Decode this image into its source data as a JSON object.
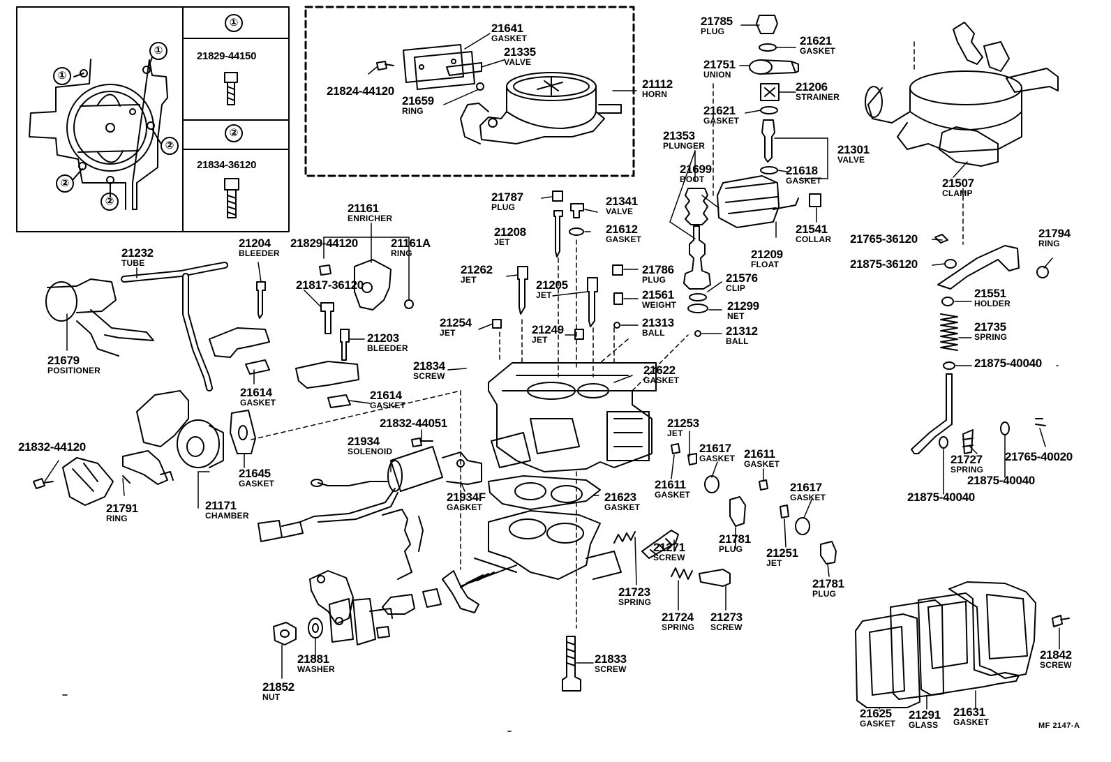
{
  "inset": {
    "marks": [
      "①",
      "②"
    ],
    "bolts": [
      "21829-44150",
      "21834-36120"
    ]
  },
  "code": "MF  2147-A",
  "parts": [
    {
      "id": "p21641",
      "num": "21641",
      "name": "GASKET"
    },
    {
      "id": "p21335",
      "num": "21335",
      "name": "VALVE"
    },
    {
      "id": "p21824",
      "num": "21824-44120",
      "name": ""
    },
    {
      "id": "p21659",
      "num": "21659",
      "name": "RING"
    },
    {
      "id": "p21112",
      "num": "21112",
      "name": "HORN"
    },
    {
      "id": "p21785",
      "num": "21785",
      "name": "PLUG"
    },
    {
      "id": "p21621a",
      "num": "21621",
      "name": "GASKET"
    },
    {
      "id": "p21751",
      "num": "21751",
      "name": "UNION"
    },
    {
      "id": "p21206",
      "num": "21206",
      "name": "STRAINER"
    },
    {
      "id": "p21621b",
      "num": "21621",
      "name": "GASKET"
    },
    {
      "id": "p21353",
      "num": "21353",
      "name": "PLUNGER"
    },
    {
      "id": "p21301",
      "num": "21301",
      "name": "VALVE"
    },
    {
      "id": "p21618",
      "num": "21618",
      "name": "GASKET"
    },
    {
      "id": "p21699",
      "num": "21699",
      "name": "BOOT"
    },
    {
      "id": "p21507",
      "num": "21507",
      "name": "CLAMP"
    },
    {
      "id": "p21161",
      "num": "21161",
      "name": "ENRICHER"
    },
    {
      "id": "p21787",
      "num": "21787",
      "name": "PLUG"
    },
    {
      "id": "p21341",
      "num": "21341",
      "name": "VALVE"
    },
    {
      "id": "p21541",
      "num": "21541",
      "name": "COLLAR"
    },
    {
      "id": "p21765a",
      "num": "21765-36120",
      "name": ""
    },
    {
      "id": "p21794",
      "num": "21794",
      "name": "RING"
    },
    {
      "id": "p21232",
      "num": "21232",
      "name": "TUBE"
    },
    {
      "id": "p21204",
      "num": "21204",
      "name": "BLEEDER"
    },
    {
      "id": "p21829b",
      "num": "21829-44120",
      "name": ""
    },
    {
      "id": "p21161A",
      "num": "21161A",
      "name": "RING"
    },
    {
      "id": "p21208",
      "num": "21208",
      "name": "JET"
    },
    {
      "id": "p21612",
      "num": "21612",
      "name": "GASKET"
    },
    {
      "id": "p21209",
      "num": "21209",
      "name": "FLOAT"
    },
    {
      "id": "p21875a",
      "num": "21875-36120",
      "name": ""
    },
    {
      "id": "p21817",
      "num": "21817-36120",
      "name": ""
    },
    {
      "id": "p21262",
      "num": "21262",
      "name": "JET"
    },
    {
      "id": "p21786",
      "num": "21786",
      "name": "PLUG"
    },
    {
      "id": "p21576",
      "num": "21576",
      "name": "CLIP"
    },
    {
      "id": "p21205",
      "num": "21205",
      "name": "JET"
    },
    {
      "id": "p21561",
      "num": "21561",
      "name": "WEIGHT"
    },
    {
      "id": "p21551",
      "num": "21551",
      "name": "HOLDER"
    },
    {
      "id": "p21299",
      "num": "21299",
      "name": "NET"
    },
    {
      "id": "p21254",
      "num": "21254",
      "name": "JET"
    },
    {
      "id": "p21313",
      "num": "21313",
      "name": "BALL"
    },
    {
      "id": "p21249",
      "num": "21249",
      "name": "JET"
    },
    {
      "id": "p21312",
      "num": "21312",
      "name": "BALL"
    },
    {
      "id": "p21735",
      "num": "21735",
      "name": "SPRING"
    },
    {
      "id": "p21203",
      "num": "21203",
      "name": "BLEEDER"
    },
    {
      "id": "p21679",
      "num": "21679",
      "name": "POSITIONER"
    },
    {
      "id": "p21875b",
      "num": "21875-40040",
      "name": ""
    },
    {
      "id": "p21834",
      "num": "21834",
      "name": "SCREW"
    },
    {
      "id": "p21622",
      "num": "21622",
      "name": "GASKET"
    },
    {
      "id": "p21614a",
      "num": "21614",
      "name": "GASKET"
    },
    {
      "id": "p21614b",
      "num": "21614",
      "name": "GASKET"
    },
    {
      "id": "p21253",
      "num": "21253",
      "name": "JET"
    },
    {
      "id": "p21832b",
      "num": "21832-44051",
      "name": ""
    },
    {
      "id": "p21934",
      "num": "21934",
      "name": "SOLENOID"
    },
    {
      "id": "p21617a",
      "num": "21617",
      "name": "GASKET"
    },
    {
      "id": "p21611a",
      "num": "21611",
      "name": "GASKET"
    },
    {
      "id": "p21727",
      "num": "21727",
      "name": "SPRING"
    },
    {
      "id": "p21765b",
      "num": "21765-40020",
      "name": ""
    },
    {
      "id": "p21832a",
      "num": "21832-44120",
      "name": ""
    },
    {
      "id": "p21645",
      "num": "21645",
      "name": "GASKET"
    },
    {
      "id": "p21611b",
      "num": "21611",
      "name": "GASKET"
    },
    {
      "id": "p21875c",
      "num": "21875-40040",
      "name": ""
    },
    {
      "id": "p21617b",
      "num": "21617",
      "name": "GASKET"
    },
    {
      "id": "p21875d",
      "num": "21875-40040",
      "name": ""
    },
    {
      "id": "p21934F",
      "num": "21934F",
      "name": "GASKET"
    },
    {
      "id": "p21623",
      "num": "21623",
      "name": "GASKET"
    },
    {
      "id": "p21791",
      "num": "21791",
      "name": "RING"
    },
    {
      "id": "p21171",
      "num": "21171",
      "name": "CHAMBER"
    },
    {
      "id": "p21781a",
      "num": "21781",
      "name": "PLUG"
    },
    {
      "id": "p21271",
      "num": "21271",
      "name": "SCREW"
    },
    {
      "id": "p21251",
      "num": "21251",
      "name": "JET"
    },
    {
      "id": "p21781b",
      "num": "21781",
      "name": "PLUG"
    },
    {
      "id": "p21723",
      "num": "21723",
      "name": "SPRING"
    },
    {
      "id": "p21724",
      "num": "21724",
      "name": "SPRING"
    },
    {
      "id": "p21273",
      "num": "21273",
      "name": "SCREW"
    },
    {
      "id": "p21881",
      "num": "21881",
      "name": "WASHER"
    },
    {
      "id": "p21833",
      "num": "21833",
      "name": "SCREW"
    },
    {
      "id": "p21842",
      "num": "21842",
      "name": "SCREW"
    },
    {
      "id": "p21852",
      "num": "21852",
      "name": "NUT"
    },
    {
      "id": "p21625",
      "num": "21625",
      "name": "GASKET"
    },
    {
      "id": "p21291",
      "num": "21291",
      "name": "GLASS"
    },
    {
      "id": "p21631",
      "num": "21631",
      "name": "GASKET"
    }
  ]
}
